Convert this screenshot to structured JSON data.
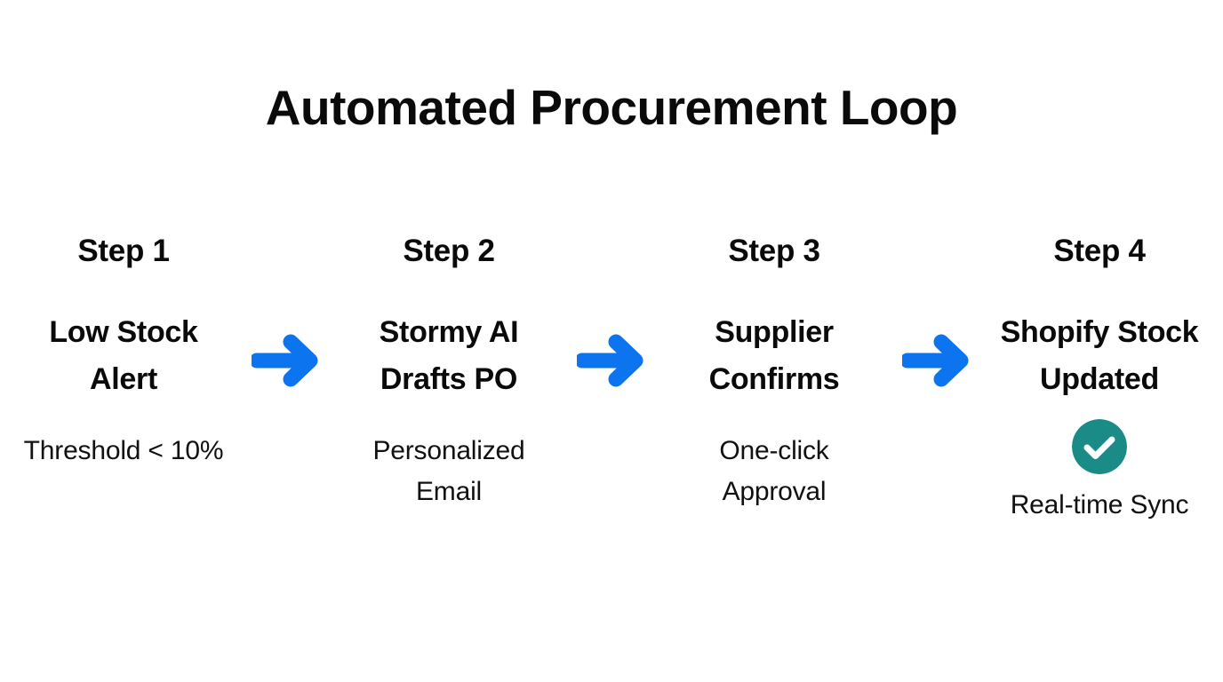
{
  "title": "Automated Procurement Loop",
  "colors": {
    "background": "#ffffff",
    "text": "#0a0a0a",
    "arrow_blue": "#0B74EE",
    "badge_teal": "#1A8B87",
    "badge_check": "#ffffff"
  },
  "steps": [
    {
      "label": "Step 1",
      "heading": "Low Stock\nAlert",
      "sub": "Threshold < 10%",
      "badge": null
    },
    {
      "label": "Step 2",
      "heading": "Stormy AI\nDrafts PO",
      "sub": "Personalized\nEmail",
      "badge": null
    },
    {
      "label": "Step 3",
      "heading": "Supplier\nConfirms",
      "sub": "One-click\nApproval",
      "badge": null
    },
    {
      "label": "Step 4",
      "heading": "Shopify Stock\nUpdated",
      "sub": "Real-time Sync",
      "badge": "check-circle-icon"
    }
  ],
  "connectors": [
    {
      "icon": "arrow-right-icon",
      "from": "Step 1",
      "to": "Step 2"
    },
    {
      "icon": "arrow-right-icon",
      "from": "Step 2",
      "to": "Step 3"
    },
    {
      "icon": "arrow-right-icon",
      "from": "Step 3",
      "to": "Step 4"
    }
  ]
}
